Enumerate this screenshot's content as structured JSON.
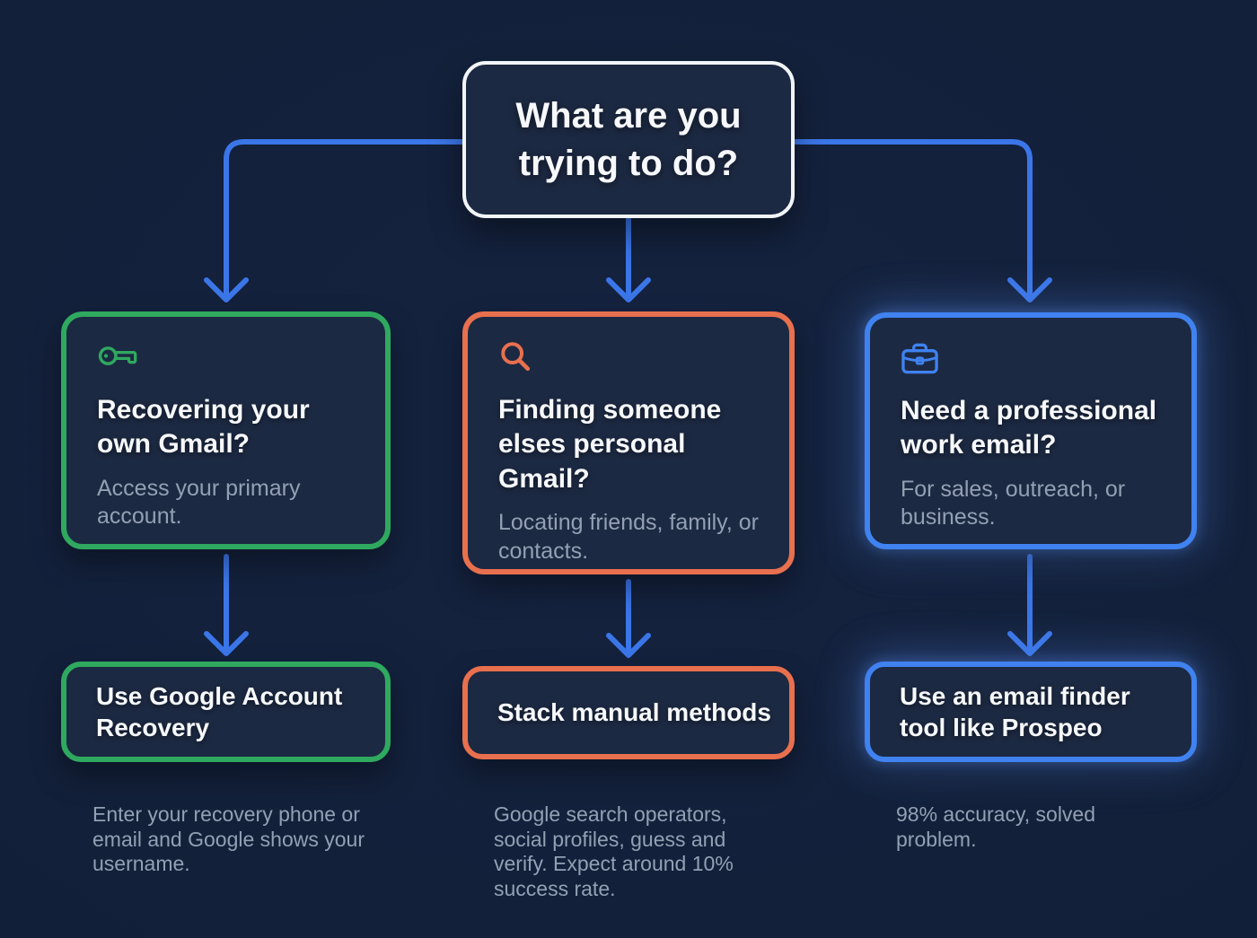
{
  "colors": {
    "background": "#121f38",
    "card_fill": "#1c2942",
    "root_border": "#f2f5f8",
    "accent_green": "#2fa95f",
    "accent_orange": "#e8704e",
    "accent_blue": "#3f82f0",
    "connector_blue": "#3b76e8",
    "title_white": "#f6f8fb",
    "subtitle_gray": "#93a0b4"
  },
  "flowchart": {
    "root": {
      "title": "What are you trying to do?"
    },
    "branches": [
      {
        "name": "recover-own-gmail",
        "icon": "key-icon",
        "question_title": "Recovering your own Gmail?",
        "question_subtitle": "Access your primary account.",
        "answer_title": "Use Google Account Recovery",
        "answer_description": "Enter your recovery phone or email and Google shows your username."
      },
      {
        "name": "find-someones-personal-gmail",
        "icon": "search-icon",
        "question_title": "Finding someone elses personal Gmail?",
        "question_subtitle": "Locating friends, family, or contacts.",
        "answer_title": "Stack manual methods",
        "answer_description": "Google search operators, social profiles, guess and verify. Expect around 10% success rate."
      },
      {
        "name": "professional-work-email",
        "icon": "briefcase-icon",
        "question_title": "Need a professional work email?",
        "question_subtitle": "For sales, outreach, or business.",
        "answer_title": "Use an email finder tool like Prospeo",
        "answer_description": "98% accuracy, solved problem."
      }
    ]
  }
}
